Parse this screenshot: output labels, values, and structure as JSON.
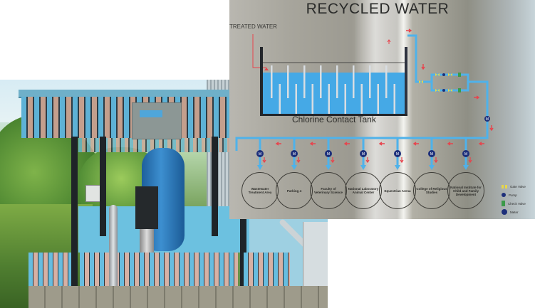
{
  "sign": {
    "title": "RECYCLED WATER",
    "input_label": "TREATED WATER",
    "tank_label": "Chlorine Contact Tank",
    "meter_glyph": "M",
    "destinations": [
      {
        "label": "Wastewater Treatment Area"
      },
      {
        "label": "Parking 4"
      },
      {
        "label": "Faculty of Veterinary Science"
      },
      {
        "label": "National Laboratory Animal Center"
      },
      {
        "label": "Equestrian Arena"
      },
      {
        "label": "College of Religious Studies"
      },
      {
        "label": "National Institute for Child and Family Development"
      }
    ],
    "legend": [
      {
        "icon": "gate-valve-icon",
        "label": "Gate Valve"
      },
      {
        "icon": "pump-icon",
        "label": "Pump"
      },
      {
        "icon": "check-valve-icon",
        "label": "Check Valve"
      },
      {
        "icon": "meter-icon",
        "label": "Meter"
      }
    ],
    "colors": {
      "pipe": "#4fb2ea",
      "water": "#45a9e6",
      "flow_arrow": "#e8434c",
      "meter": "#1d2f7a",
      "gate_valve": "#e7d64a",
      "check_valve": "#3c9a4a"
    }
  },
  "photo": {
    "subject": "recycled water pump station with blue pressure vessel under slatted canopy"
  }
}
